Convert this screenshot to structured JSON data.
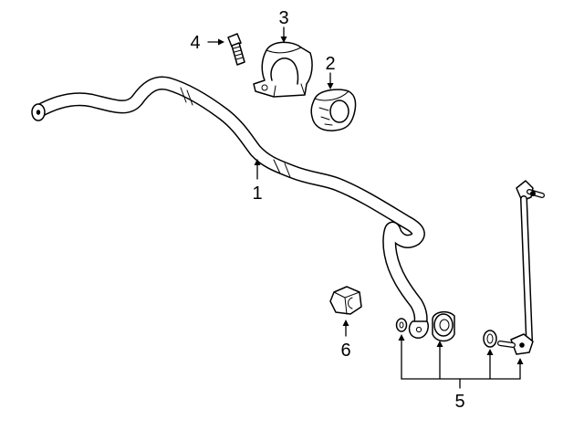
{
  "callouts": [
    {
      "id": "bar",
      "label": "1"
    },
    {
      "id": "bushing",
      "label": "2"
    },
    {
      "id": "bracket",
      "label": "3"
    },
    {
      "id": "bolt",
      "label": "4"
    },
    {
      "id": "link-kit",
      "label": "5"
    },
    {
      "id": "nut",
      "label": "6"
    }
  ],
  "colors": {
    "line": "#000000",
    "background": "#ffffff"
  }
}
